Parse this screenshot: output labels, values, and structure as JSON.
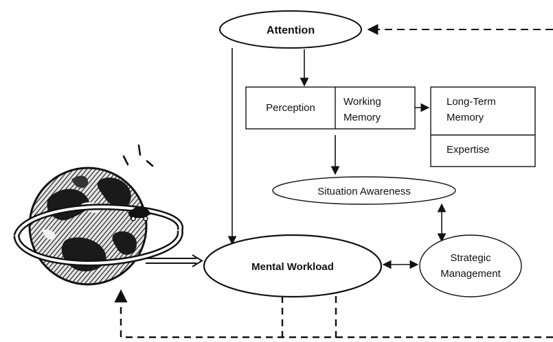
{
  "nodes": {
    "attention": "Attention",
    "perception": "Perception",
    "working_memory": [
      "Working",
      "Memory"
    ],
    "long_term_memory": [
      "Long-Term",
      "Memory"
    ],
    "expertise": "Expertise",
    "situation_awareness": "Situation Awareness",
    "mental_workload": "Mental Workload",
    "strategic_management": [
      "Strategic",
      "Management"
    ]
  },
  "icons": {
    "world": "globe-icon"
  },
  "colors": {
    "ink": "#111111",
    "globe_dark": "#222222",
    "globe_light": "#e8e8e8"
  }
}
